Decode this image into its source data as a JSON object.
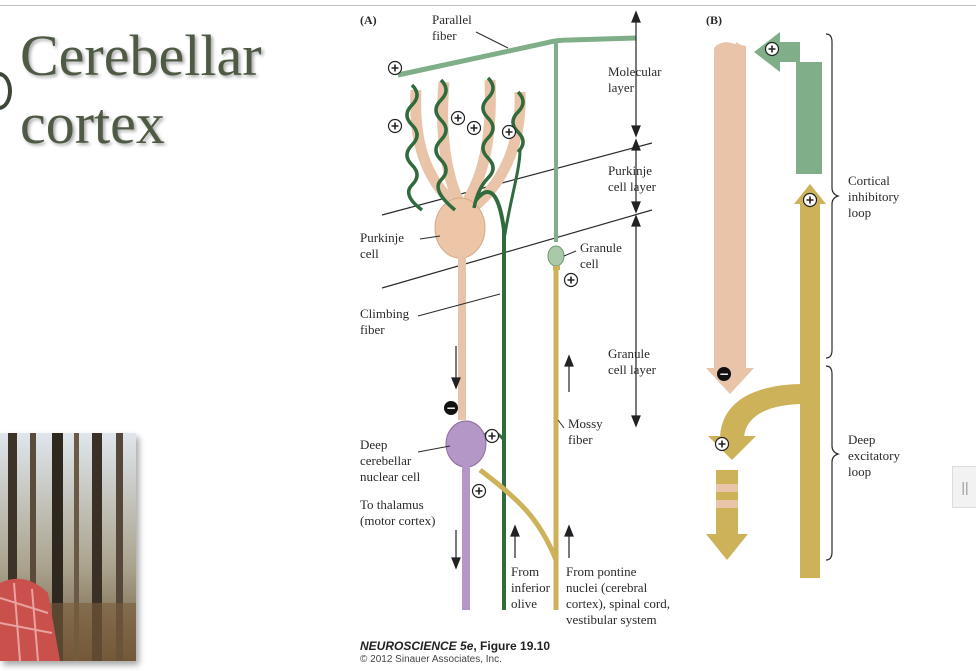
{
  "slide": {
    "title_line1": "Cerebellar",
    "title_line2": "cortex"
  },
  "figure": {
    "panel_a": "(A)",
    "panel_b": "(B)",
    "labels": {
      "parallel_fiber_1": "Parallel",
      "parallel_fiber_2": "fiber",
      "molecular_layer_1": "Molecular",
      "molecular_layer_2": "layer",
      "purkinje_cell_layer_1": "Purkinje",
      "purkinje_cell_layer_2": "cell layer",
      "purkinje_cell_1": "Purkinje",
      "purkinje_cell_2": "cell",
      "granule_cell_1": "Granule",
      "granule_cell_2": "cell",
      "climbing_fiber_1": "Climbing",
      "climbing_fiber_2": "fiber",
      "granule_cell_layer_1": "Granule",
      "granule_cell_layer_2": "cell layer",
      "mossy_fiber_1": "Mossy",
      "mossy_fiber_2": "fiber",
      "deep_nuclear_1": "Deep",
      "deep_nuclear_2": "cerebellar",
      "deep_nuclear_3": "nuclear cell",
      "thalamus_1": "To thalamus",
      "thalamus_2": "(motor cortex)",
      "inferior_olive_1": "From",
      "inferior_olive_2": "inferior",
      "inferior_olive_3": "olive",
      "pontine_1": "From pontine",
      "pontine_2": "nuclei (cerebral",
      "pontine_3": "cortex), spinal cord,",
      "pontine_4": "vestibular system",
      "cortical_loop_1": "Cortical",
      "cortical_loop_2": "inhibitory",
      "cortical_loop_3": "loop",
      "deep_loop_1": "Deep",
      "deep_loop_2": "excitatory",
      "deep_loop_3": "loop"
    },
    "signs": {
      "plus": "+",
      "minus": "−"
    },
    "colors": {
      "purkinje": "#e9c4a8",
      "climbing": "#2f6b3c",
      "parallel": "#7fae88",
      "mossy": "#cdb25a",
      "nuclear": "#b497c6"
    }
  },
  "caption": {
    "book": "NEUROSCIENCE 5e",
    "figure": ", Figure 19.10",
    "copyright": "© 2012 Sinauer Associates, Inc."
  },
  "scroll_handle": {
    "glyph": "||"
  }
}
